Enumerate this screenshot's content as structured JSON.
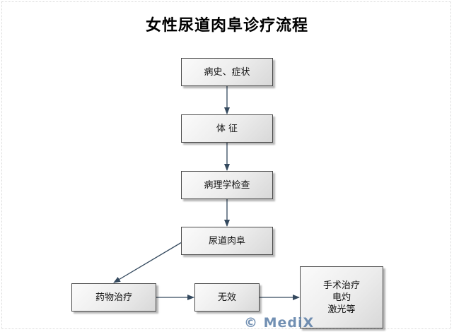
{
  "title": "女性尿道肉阜诊疗流程",
  "nodes": {
    "history": "病史、症状",
    "signs": "体  征",
    "pathology": "病理学检查",
    "caruncle": "尿道肉阜",
    "medication": "药物治疗",
    "ineffective": "无效",
    "surgery": "手术治疗\n电灼\n激光等"
  },
  "watermark": "© MediX",
  "colors": {
    "node_border": "#4a4a4a",
    "connector": "#34495e",
    "watermark": "#5a7da6"
  }
}
